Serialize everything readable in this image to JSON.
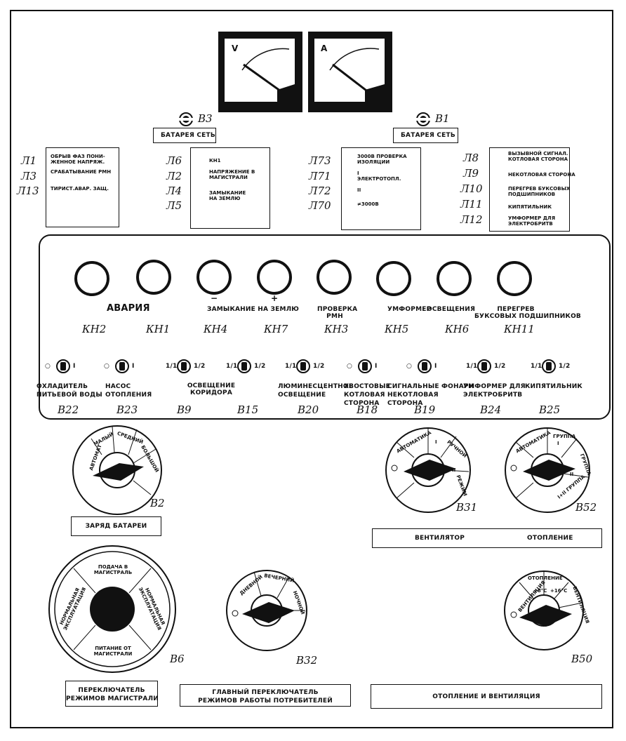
{
  "meters": {
    "voltmeter": "V",
    "ammeter": "A"
  },
  "toggles_top": {
    "b3": {
      "tag": "B3",
      "label": "БАТАРЕЯ  СЕТЬ"
    },
    "b1": {
      "tag": "B1",
      "label": "БАТАРЕЯ  СЕТЬ"
    }
  },
  "lamp_groups": [
    {
      "tags": [
        "Л1",
        "Л3",
        "Л13"
      ],
      "items": [
        "ОБРЫВ ФАЗ ПОНИ-\nЖЕННОЕ НАПРЯЖ.",
        "СРАБАТЫВАНИЕ РМН",
        "ТИРИСТ.АВАР. ЗАЩ."
      ]
    },
    {
      "tags": [
        "Л6",
        "Л2",
        "Л4",
        "Л5"
      ],
      "items": [
        "КН1",
        "НАПРЯЖЕНИЕ В\nМАГИСТРАЛИ",
        "ЗАМЫКАНИЕ\nНА ЗЕМЛЮ"
      ]
    },
    {
      "tags": [
        "Л73",
        "Л71",
        "Л72",
        "Л70"
      ],
      "items": [
        "3000В ПРОВЕРКА\nИЗОЛЯЦИИ",
        "I\nЭЛЕКТРОТОПЛ.",
        "II",
        "≠3000В"
      ]
    },
    {
      "tags": [
        "Л8",
        "Л9",
        "Л10",
        "Л11",
        "Л12"
      ],
      "items": [
        "ВЫЗЫВНОЙ СИГНАЛ.\nКОТЛОВАЯ СТОРОНА",
        "НЕКОТЛОВАЯ СТОРОНА",
        "ПЕРЕГРЕВ БУКСОВЫХ\nПОДШИПНИКОВ",
        "КИПЯТИЛЬНИК",
        "УМФОРМЕР ДЛЯ\nЭЛЕКТРОБРИТВ"
      ]
    }
  ],
  "buttons": {
    "tags": [
      "КН2",
      "КН1",
      "КН4",
      "КН7",
      "КН3",
      "КН5",
      "КН6",
      "КН11"
    ],
    "avaria": "АВАРИЯ",
    "zamykanie": "ЗАМЫКАНИЕ НА ЗЕМЛЮ",
    "minus": "−",
    "plus": "+",
    "proverka": "ПРОВЕРКА\nРМН",
    "umformer": "УМФОРМЕР",
    "osveshchenie": "ОСВЕЩЕНИЯ",
    "peregrev": "ПЕРЕГРЕВ\nБУКСОВЫХ ПОДШИПНИКОВ"
  },
  "toggle_row": [
    {
      "tag": "B22",
      "label": "ОХЛАДИТЕЛЬ\nПИТЬЕВОЙ ВОДЫ",
      "marks": [
        "○",
        "I"
      ]
    },
    {
      "tag": "B23",
      "label": "НАСОС\nОТОПЛЕНИЯ",
      "marks": [
        "○",
        "I"
      ]
    },
    {
      "tag": "B9",
      "label": "",
      "marks": [
        "1/1",
        "1/2"
      ]
    },
    {
      "tag": "B15",
      "label": "",
      "marks": [
        "1/1",
        "1/2"
      ]
    },
    {
      "tag": "B20",
      "label": "ЛЮМИНЕСЦЕНТНОЕ\nОСВЕЩЕНИЕ",
      "marks": [
        "1/1",
        "1/2"
      ]
    },
    {
      "tag": "B18",
      "label": "ХВОСТОВЫЕ\nКОТЛОВАЯ\nСТОРОНА",
      "marks": [
        "○",
        "I"
      ]
    },
    {
      "tag": "B19",
      "label": "СИГНАЛЬНЫЕ ФОНАРИ\nНЕКОТЛОВАЯ\nСТОРОНА",
      "marks": [
        "○",
        "I"
      ]
    },
    {
      "tag": "B24",
      "label": "УМФОРМЕР ДЛЯ\nЭЛЕКТРОБРИТВ",
      "marks": [
        "1/1",
        "1/2"
      ]
    },
    {
      "tag": "B25",
      "label": "КИПЯТИЛЬНИК",
      "marks": [
        "1/1",
        "1/2"
      ]
    }
  ],
  "corridor_label": "ОСВЕЩЕНИЕ\nКОРИДОРА",
  "rotary": {
    "b2": {
      "tag": "B2",
      "sectors": [
        "АВТОМАТ",
        "МАЛЫЙ",
        "СРЕДНИЙ",
        "БОЛЬШОЙ"
      ]
    },
    "b31": {
      "tag": "B31",
      "sectors": [
        "АВТОМАТИКА",
        "I",
        "РУЧНОЙ",
        "II",
        "РЕЖИМ"
      ]
    },
    "b52": {
      "tag": "B52",
      "sectors": [
        "АВТОМАТИКА",
        "ГРУППА",
        "I",
        "ГРУППА",
        "II",
        "I+II ГРУППА"
      ]
    },
    "b6": {
      "tag": "B6",
      "sectors": [
        "ПОДАЧА В\nМАГИСТРАЛЬ",
        "НОРМАЛЬНАЯ\nЭКСПЛУАТАЦИЯ",
        "ПИТАНИЕ ОТ\nМАГИСТРАЛИ",
        "НОРМАЛЬНАЯ\nЭКСПЛУАТАЦИЯ"
      ]
    },
    "b32": {
      "tag": "B32",
      "sectors": [
        "ДНЕВНОЙ",
        "ВЕЧЕРНИЙ",
        "НОЧНОЙ"
      ]
    },
    "b50": {
      "tag": "B50",
      "sectors": [
        "ОТОПЛЕНИЕ",
        "ВЕНТИЛЯЦИЯ",
        "+8°С",
        "+16°С",
        "ВЕНТИЛЯЦИЯ"
      ]
    }
  },
  "plates": {
    "zaryad": "ЗАРЯД БАТАРЕИ",
    "ventilyator": "ВЕНТИЛЯТОР",
    "otoplenie": "ОТОПЛЕНИЕ",
    "pereklyuchatel": "ПЕРЕКЛЮЧАТЕЛЬ\nРЕЖИМОВ МАГИСТРАЛИ",
    "glavny": "ГЛАВНЫЙ ПЕРЕКЛЮЧАТЕЛЬ\nРЕЖИМОВ РАБОТЫ ПОТРЕБИТЕЛЕЙ",
    "otopl_vent": "ОТОПЛЕНИЕ И ВЕНТИЛЯЦИЯ"
  }
}
